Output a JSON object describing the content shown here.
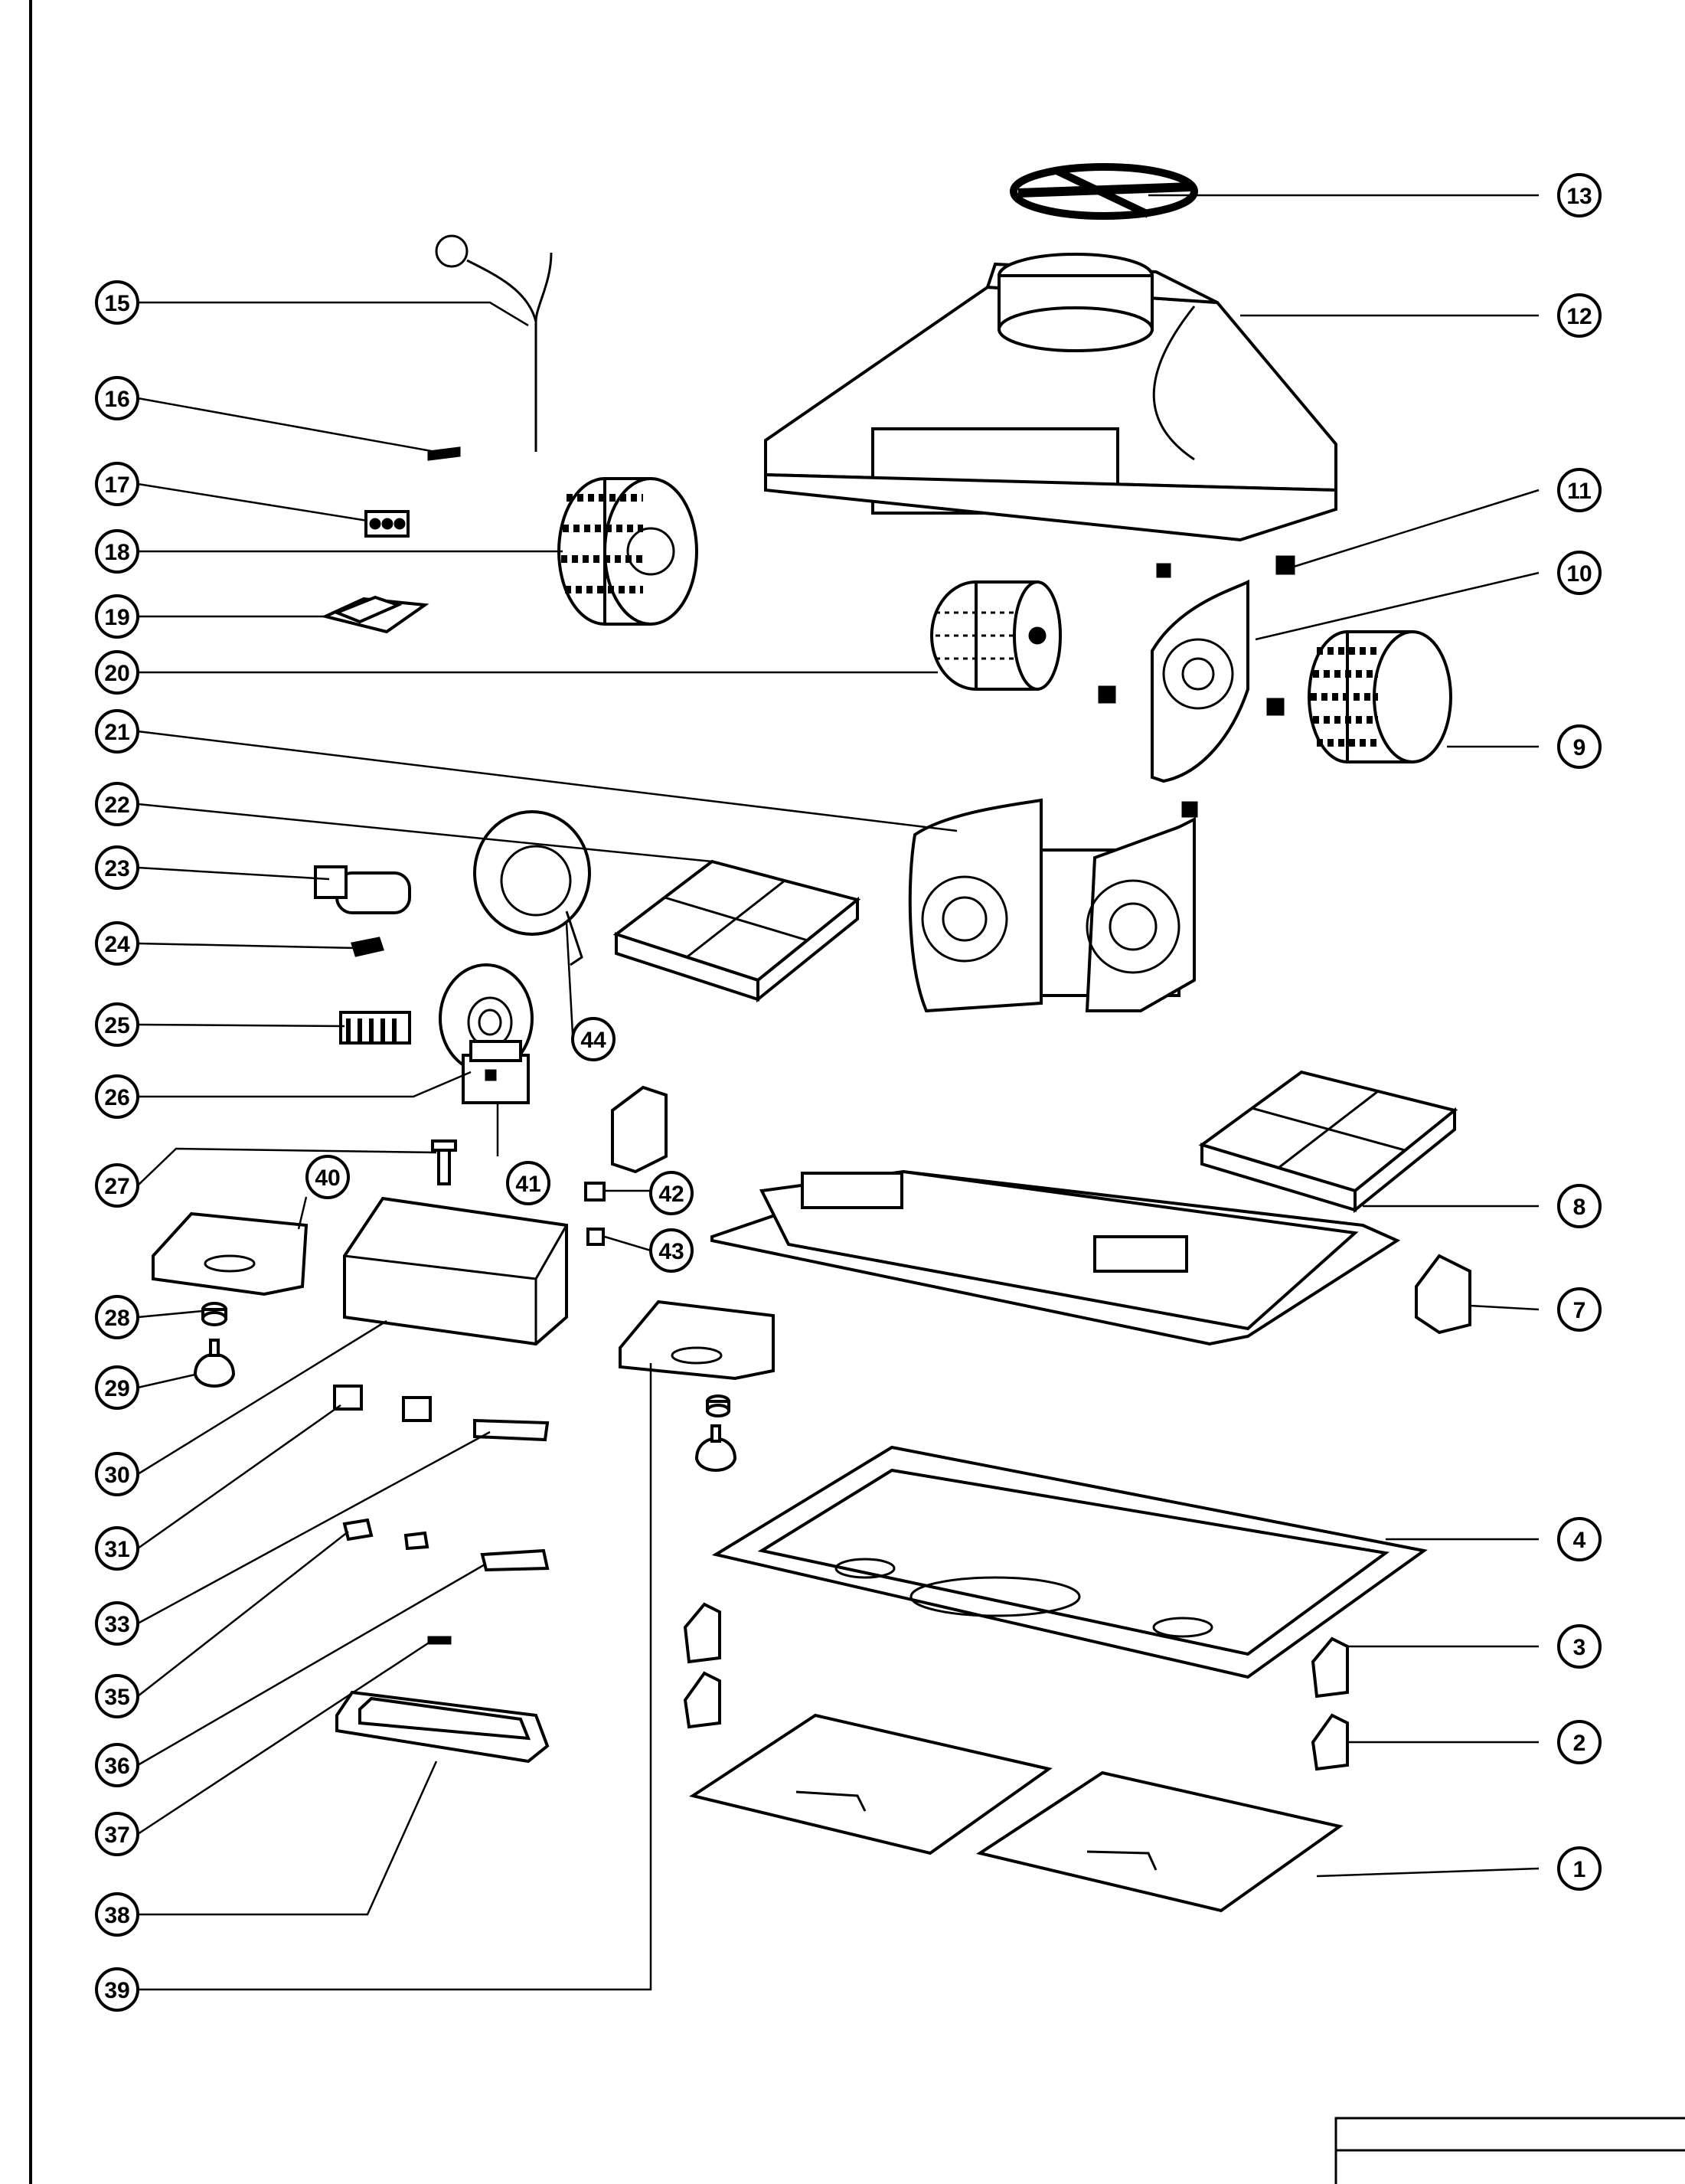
{
  "diagram": {
    "callouts": [
      {
        "id": "1",
        "label": "1"
      },
      {
        "id": "2",
        "label": "2"
      },
      {
        "id": "3",
        "label": "3"
      },
      {
        "id": "4",
        "label": "4"
      },
      {
        "id": "7",
        "label": "7"
      },
      {
        "id": "8",
        "label": "8"
      },
      {
        "id": "9",
        "label": "9"
      },
      {
        "id": "10",
        "label": "10"
      },
      {
        "id": "11",
        "label": "11"
      },
      {
        "id": "12",
        "label": "12"
      },
      {
        "id": "13",
        "label": "13"
      },
      {
        "id": "15",
        "label": "15"
      },
      {
        "id": "16",
        "label": "16"
      },
      {
        "id": "17",
        "label": "17"
      },
      {
        "id": "18",
        "label": "18"
      },
      {
        "id": "19",
        "label": "19"
      },
      {
        "id": "20",
        "label": "20"
      },
      {
        "id": "21",
        "label": "21"
      },
      {
        "id": "22",
        "label": "22"
      },
      {
        "id": "23",
        "label": "23"
      },
      {
        "id": "24",
        "label": "24"
      },
      {
        "id": "25",
        "label": "25"
      },
      {
        "id": "26",
        "label": "26"
      },
      {
        "id": "27",
        "label": "27"
      },
      {
        "id": "28",
        "label": "28"
      },
      {
        "id": "29",
        "label": "29"
      },
      {
        "id": "30",
        "label": "30"
      },
      {
        "id": "31",
        "label": "31"
      },
      {
        "id": "33",
        "label": "33"
      },
      {
        "id": "35",
        "label": "35"
      },
      {
        "id": "36",
        "label": "36"
      },
      {
        "id": "37",
        "label": "37"
      },
      {
        "id": "38",
        "label": "38"
      },
      {
        "id": "39",
        "label": "39"
      },
      {
        "id": "40",
        "label": "40"
      },
      {
        "id": "41",
        "label": "41"
      },
      {
        "id": "42",
        "label": "42"
      },
      {
        "id": "43",
        "label": "43"
      },
      {
        "id": "44",
        "label": "44"
      }
    ]
  }
}
